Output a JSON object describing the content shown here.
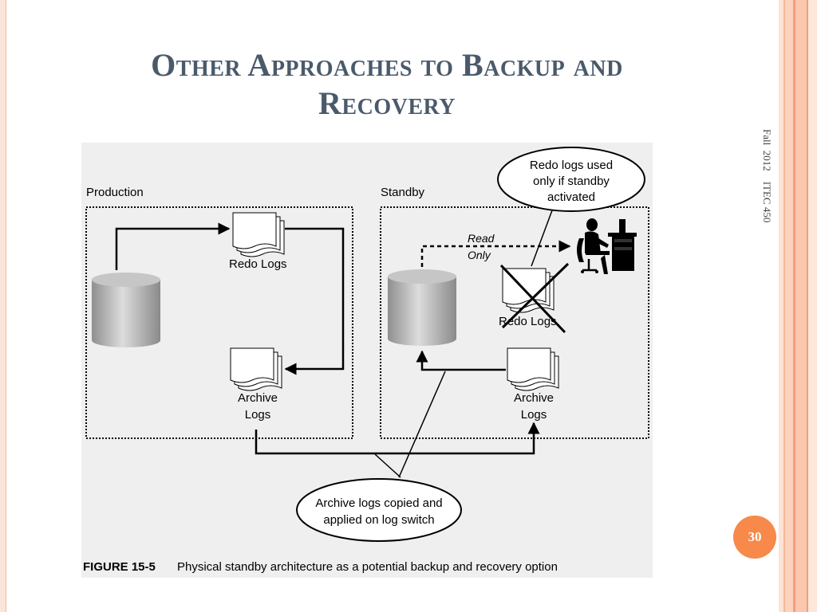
{
  "slide": {
    "title_line1": "Other Approaches to Backup and",
    "title_line2": "Recovery",
    "side_label": "Fall  2012    ITEC 450",
    "page_number": "30"
  },
  "figure": {
    "production_label": "Production",
    "standby_label": "Standby",
    "redo_logs_label": "Redo Logs",
    "archive_label_line1": "Archive",
    "archive_label_line2": "Logs",
    "read_only_line1": "Read",
    "read_only_line2": "Only",
    "callout_top": [
      "Redo logs used",
      "only if standby",
      "activated"
    ],
    "callout_bottom": [
      "Archive logs copied and",
      "applied on log switch"
    ],
    "caption_number": "FIGURE 15-5",
    "caption_text": "Physical standby architecture as a potential backup and recovery option"
  }
}
